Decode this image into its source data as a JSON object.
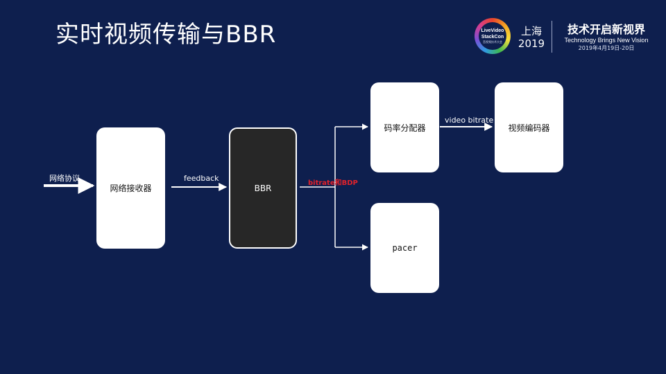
{
  "title": "实时视频传输与BBR",
  "branding": {
    "logo_line1": "LiveVideo",
    "logo_line2": "StackCon",
    "logo_sub": "音视频技术大会",
    "city": "上海",
    "year": "2019",
    "slogan_cn": "技术开启新视界",
    "slogan_en": "Technology Brings New Vision",
    "event_date": "2019年4月19日-20日"
  },
  "diagram": {
    "nodes": {
      "receiver": "网络接收器",
      "bbr": "BBR",
      "allocator": "码率分配器",
      "encoder": "视频编码器",
      "pacer": "pacer"
    },
    "edges": {
      "input": "网络协议",
      "feedback": "feedback",
      "bitrate_bdp": "bitrate和BDP",
      "video_bitrate": "video bitrate"
    }
  },
  "colors": {
    "background": "#0e1f4e",
    "node": "#ffffff",
    "bbr_node": "#272727",
    "highlight_label": "#e2222b"
  }
}
